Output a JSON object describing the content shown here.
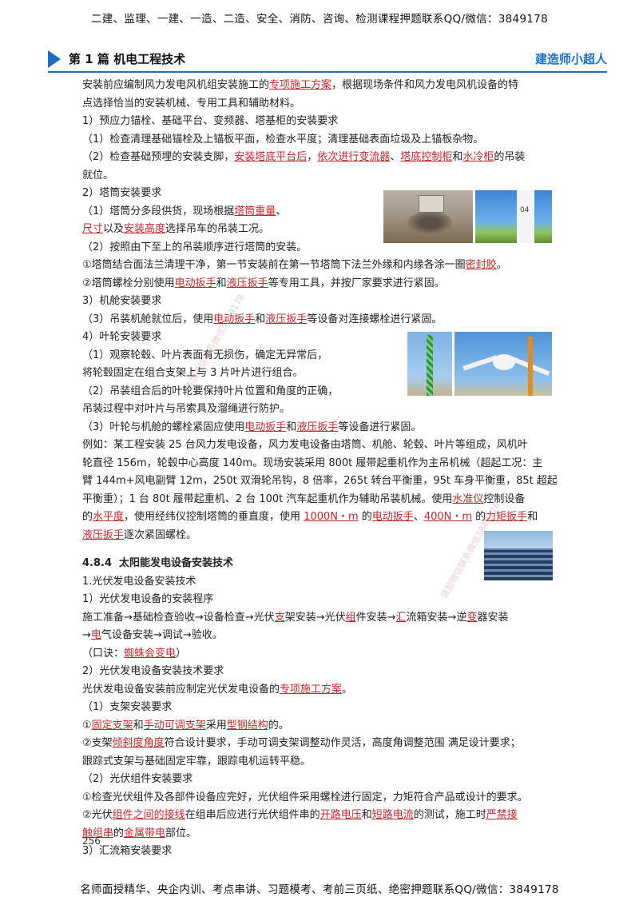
{
  "top_banner": "二建、监理、一建、一造、二造、安全、消防、咨询、检测课程押题联系QQ/微信：3849178",
  "header": {
    "title": "第 1 篇  机电工程技术",
    "brand": "建造师小超人"
  },
  "lines": {
    "l1a": "安装前应编制风力发电风机组安装施工的",
    "l1b": "专项施工方案",
    "l1c": "，根据现场条件和风力发电风机设备的特",
    "l2": "点选择恰当的安装机械、专用工具和辅助材料。",
    "l3": "1）预应力锚栓、基础平台、变频器、塔基柜的安装要求",
    "l4": "（1）检查清理基础锚栓及上锚板平面，检查水平度；清理基础表面垃圾及上锚板杂物。",
    "l5a": "（2）检查基础预埋的安装支脚，",
    "l5b": "安装塔底平台后",
    "l5c": "，",
    "l5d": "依次进行变流器",
    "l5e": "、",
    "l5f": "塔底控制柜",
    "l5g": "和",
    "l5h": "水冷柜",
    "l5i": "的吊装",
    "l6": "就位。",
    "l7": "2）塔筒安装要求",
    "l8a": "（1）塔筒分多段供货，现场根据",
    "l8b": "塔筒重量",
    "l8c": "、",
    "l9a": "尺寸",
    "l9b": "以及",
    "l9c": "安装高度",
    "l9d": "选择吊车的吊装工况。",
    "l10": "（2）按照由下至上的吊装顺序进行塔筒的安装。",
    "l11a": "①塔筒结合面法兰清理干净，第一节安装前在第一节塔筒下法兰外缘和内缘各涂一圈",
    "l11b": "密封胶",
    "l11c": "。",
    "l12a": "②塔筒螺栓分别使用",
    "l12b": "电动扳手",
    "l12c": "和",
    "l12d": "液压扳手",
    "l12e": "等专用工具，并按厂家要求进行紧固。",
    "l13": "3）机舱安装要求",
    "l14a": "（3）吊装机舱就位后，使用",
    "l14b": "电动扳手",
    "l14c": "和",
    "l14d": "液压扳手",
    "l14e": "等设备对连接螺栓进行紧固。",
    "l15": "4）叶轮安装要求",
    "l16": "（1）观察轮毂、叶片表面有无损伤，确定无异常后，",
    "l17": "将轮毂固定在组合支架上与 3 片叶片进行组合。",
    "l18": "（2）吊装组合后的叶轮要保持叶片位置和角度的正确，",
    "l19": "吊装过程中对叶片与吊索具及溜绳进行防护。",
    "l20a": "（3）叶轮与机舱的螺栓紧固应使用",
    "l20b": "电动扳手",
    "l20c": "和",
    "l20d": "液压扳手",
    "l20e": "等设备进行紧固。",
    "l21": "例如：某工程安装 25 台风力发电设备，风力发电设备由塔筒、机舱、轮毂、叶片等组成，风机叶",
    "l22": "轮直径 156m，轮毂中心高度 140m。现场安装采用 800t 履带起重机作为主吊机械（超起工况：主",
    "l23": "臂 144m+风电副臂 12m，250t 双滑轮吊钩，8 倍率，265t 转台平衡重，95t 车身平衡重，85t 超起",
    "l24a": "平衡重）；1 台 80t 履带起重机、2 台 100t 汽车起重机作为辅助吊装机械。使用",
    "l24b": "水准仪",
    "l24c": "控制设备",
    "l25a": "的",
    "l25b": "水平度",
    "l25c": "，使用经纬仪控制塔筒的垂直度，使用 ",
    "l25d": "1000N・m",
    "l25e": " 的",
    "l25f": "电动扳手",
    "l25g": "、",
    "l25h": "400N・m",
    "l25i": " 的",
    "l25j": "力矩扳手",
    "l25k": "和",
    "l26a": "液压扳手",
    "l26b": "逐次紧固螺栓。",
    "sec_num": "4.8.4",
    "sec_title": "太阳能发电设备安装技术",
    "l27": "1.光伏发电设备安装技术",
    "l28": "1）光伏发电设备的安装程序",
    "l29a": "施工准备→基础检查验收→设备检查→光伏",
    "l29b": "支",
    "l29c": "架安装→光伏",
    "l29d": "组",
    "l29e": "件安装→",
    "l29f": "汇",
    "l29g": "流箱安装→逆",
    "l29h": "变",
    "l29i": "器安装",
    "l30a": "→",
    "l30b": "电",
    "l30c": "气设备安装→调试→验收。",
    "l31a": "（口诀：",
    "l31b": "蜘蛛会变电",
    "l31c": "）",
    "l32": "2）光伏发电设备安装技术要求",
    "l33a": "光伏发电设备安装前应制定光伏发电设备的",
    "l33b": "专项施工方案",
    "l33c": "。",
    "l34": "（1）支架安装要求",
    "l35a": "①",
    "l35b": "固定支架",
    "l35c": "和",
    "l35d": "手动可调支架",
    "l35e": "采用",
    "l35f": "型钢结构",
    "l35g": "的。",
    "l36a": "②支架",
    "l36b": "倾斜度角度",
    "l36c": "符合设计要求，手动可调支架调整动作灵活，高度角调整范围 满足设计要求；",
    "l37": "跟踪式支架与基础固定牢靠，跟踪电机运转平稳。",
    "l38": "（2）光伏组件安装要求",
    "l39": "①检查光伏组件及各部件设备应完好，光伏组件采用螺栓进行固定，力矩符合产品或设计的要求。",
    "l40a": "②光伏",
    "l40b": "组件之间的接线",
    "l40c": "在组串后应进行光伏组件串的",
    "l40d": "开路电压",
    "l40e": "和",
    "l40f": "短路电流",
    "l40g": "的测试，施工时",
    "l40h": "严禁接",
    "l41a": "触组串",
    "l41b": "的",
    "l41c": "金属带电",
    "l41d": "部位。",
    "l42": "3）汇流箱安装要求"
  },
  "image_labels": {
    "tower_mark": "04"
  },
  "watermark": "请加微信联系微信3849178",
  "page_number": "256",
  "footer": "名师面授精华、央企内训、考点串讲、习题模考、考前三页纸、绝密押题联系QQ/微信：3849178",
  "colors": {
    "accent_blue": "#1a6fc2",
    "highlight_red": "#c0282c"
  }
}
